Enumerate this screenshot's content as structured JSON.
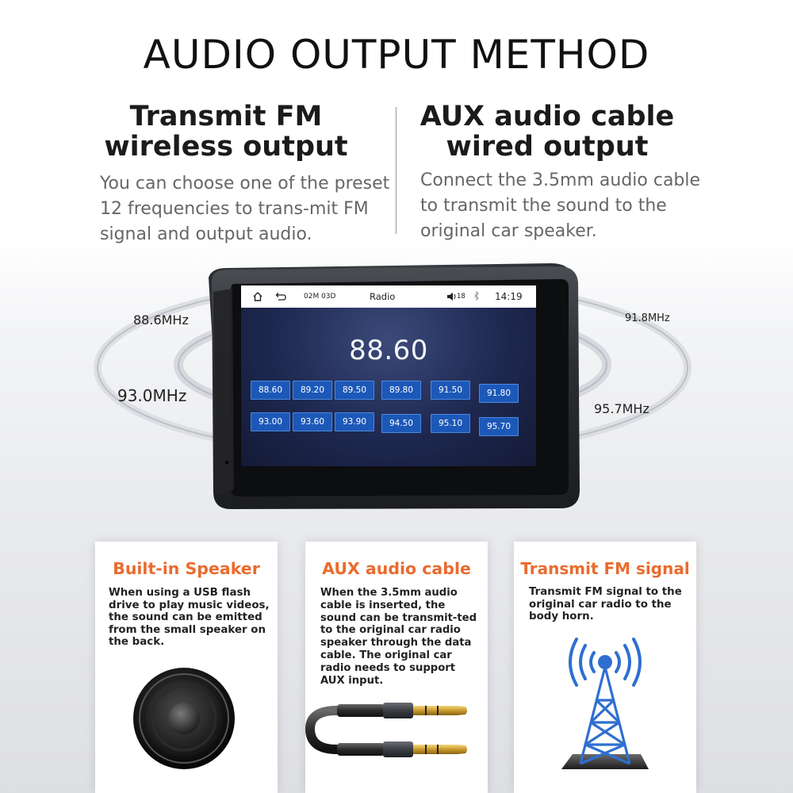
{
  "headline": "AUDIO OUTPUT METHOD",
  "left_method": {
    "title": "Transmit FM wireless output",
    "description": "You can choose one of the preset 12 frequencies to trans-mit FM signal and output audio."
  },
  "right_method": {
    "title": "AUX audio cable wired output",
    "description": "Connect the 3.5mm audio cable to transmit the sound to the original car speaker."
  },
  "frequency_labels": {
    "top_left": "88.6MHz",
    "bottom_left": "93.0MHz",
    "top_right": "91.8MHz",
    "bottom_right": "95.7MHz"
  },
  "device_screen": {
    "date": "02M 03D",
    "app_title": "Radio",
    "volume": "18",
    "time": "14:19",
    "current_frequency": "88.60",
    "presets": [
      "88.60",
      "89.20",
      "89.50",
      "89.80",
      "91.50",
      "91.80",
      "93.00",
      "93.60",
      "93.90",
      "94.50",
      "95.10",
      "95.70"
    ],
    "icons": [
      "home-icon",
      "back-icon",
      "volume-icon",
      "bluetooth-icon"
    ]
  },
  "cards": [
    {
      "title": "Built-in Speaker",
      "text": "When using a USB flash drive to play music videos, the sound can be emitted from the small speaker on the back.",
      "image": "speaker-icon"
    },
    {
      "title": "AUX audio cable",
      "text": "When the 3.5mm audio cable is inserted, the sound can be transmit-ted to the original car radio speaker through the data cable. The original car radio needs to support AUX input.",
      "image": "aux-cable-icon"
    },
    {
      "title": "Transmit FM signal",
      "text": "Transmit FM signal to the original car radio to the body horn.",
      "image": "radio-tower-icon"
    }
  ],
  "colors": {
    "card_title": "#ea6b2e",
    "preset_button": "#1c58b8",
    "screen_background": "#1e2850",
    "tower_blue": "#2f6fd0"
  }
}
